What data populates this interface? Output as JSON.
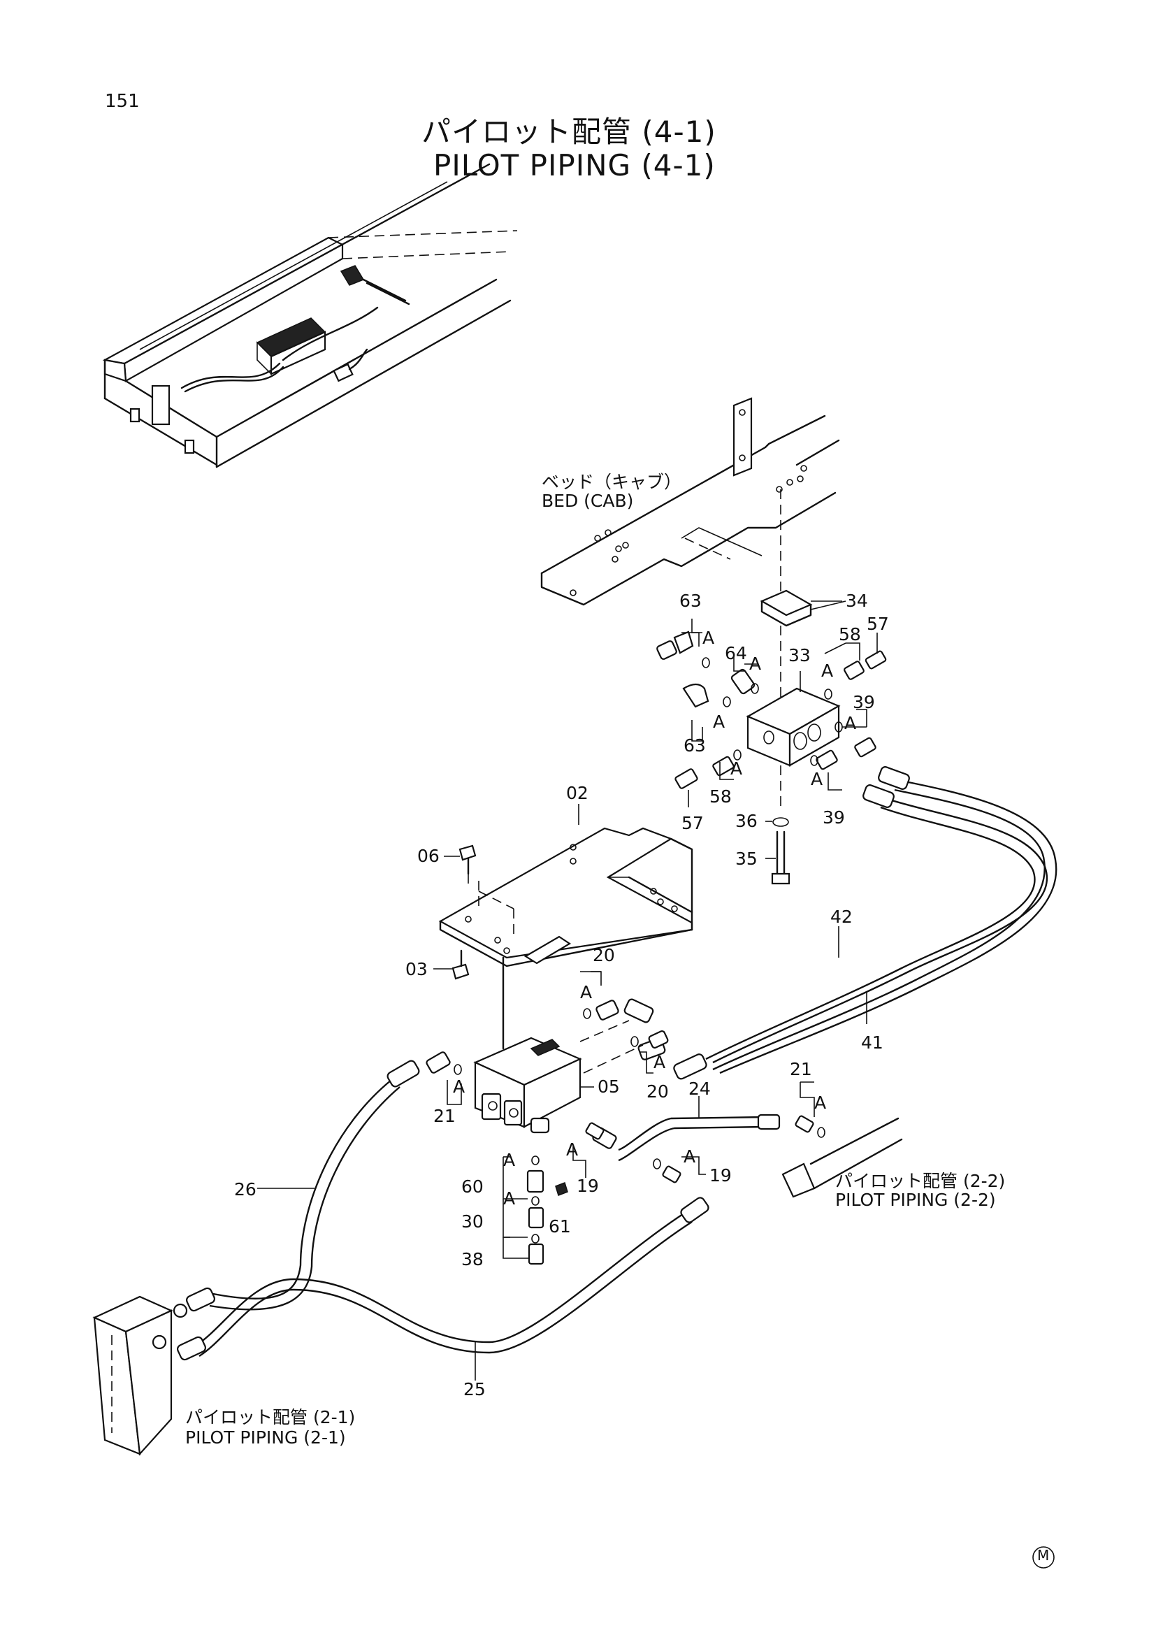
{
  "page": {
    "number": "151",
    "corner_mark": "M"
  },
  "title": {
    "jp": "パイロット配管 (4-1)",
    "en": "PILOT PIPING (4-1)"
  },
  "references": {
    "bed": {
      "jp": "ベッド（キャブ）",
      "en": "BED (CAB)"
    },
    "pilot_2_2": {
      "jp": "パイロット配管 (2-2)",
      "en": "PILOT PIPING (2-2)"
    },
    "pilot_2_1": {
      "jp": "パイロット配管 (2-1)",
      "en": "PILOT PIPING (2-1)"
    }
  },
  "callouts": {
    "p63a": "63",
    "p64": "64",
    "p34": "34",
    "p58a": "58",
    "p57a": "57",
    "p33": "33",
    "p39a": "39",
    "p63b": "63",
    "p57b": "57",
    "p58b": "58",
    "p36": "36",
    "p39b": "39",
    "p35": "35",
    "p02": "02",
    "p06": "06",
    "p03": "03",
    "p42": "42",
    "p41": "41",
    "p20a": "20",
    "p20b": "20",
    "p05": "05",
    "p21a": "21",
    "p24": "24",
    "p21b": "21",
    "p19a": "19",
    "p19b": "19",
    "p26": "26",
    "p60": "60",
    "p30": "30",
    "p61": "61",
    "p38": "38",
    "p25": "25"
  },
  "a_marks": [
    "A",
    "A",
    "A",
    "A",
    "A",
    "A",
    "A",
    "A",
    "A",
    "A",
    "A",
    "A",
    "A",
    "A",
    "A"
  ]
}
